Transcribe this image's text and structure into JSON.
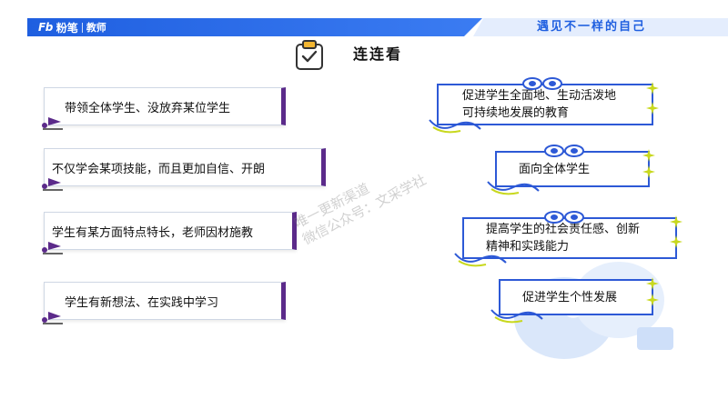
{
  "header": {
    "logo_mark": "Fb",
    "logo_brand": "粉笔",
    "logo_role": "教师",
    "slogan": "遇见不一样的自己",
    "brand_color": "#1f5fe0"
  },
  "title": {
    "text": "连连看",
    "icon": "clipboard-check-icon"
  },
  "left_items": [
    {
      "text": "带领全体学生、没放弃某位学生"
    },
    {
      "text": "不仅学会某项技能，而且更加自信、开朗"
    },
    {
      "text": "学生有某方面特点特长，老师因材施教"
    },
    {
      "text": "学生有新想法、在实践中学习"
    }
  ],
  "right_items": [
    {
      "line1": "促进学生全面地、生动活泼地",
      "line2": "可持续地发展的教育"
    },
    {
      "line1": "面向全体学生",
      "line2": ""
    },
    {
      "line1": "提高学生的社会责任感、创新",
      "line2": "精神和实践能力"
    },
    {
      "line1": "促进学生个性发展",
      "line2": ""
    }
  ],
  "watermark": {
    "line1": "唯一更新渠道",
    "line2": "微信公众号：文采学社"
  },
  "colors": {
    "left_accent": "#5b2a8a",
    "right_border": "#2d59d6",
    "sparkle": "#c8d81e"
  }
}
